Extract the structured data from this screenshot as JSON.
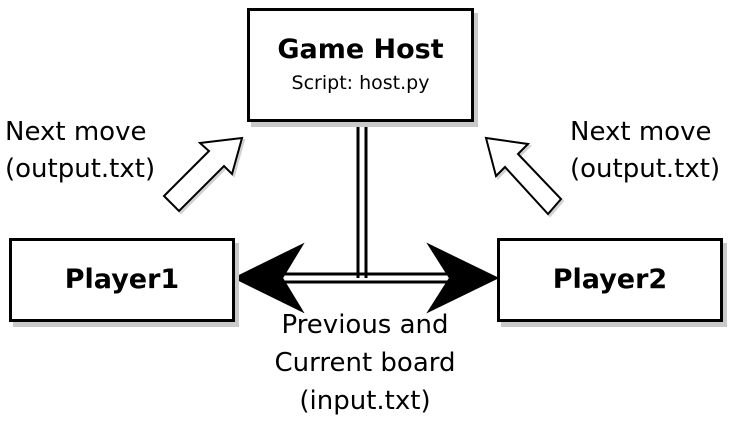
{
  "nodes": {
    "game_host": {
      "title": "Game Host",
      "subtitle": "Script: host.py"
    },
    "player1": {
      "title": "Player1"
    },
    "player2": {
      "title": "Player2"
    }
  },
  "labels": {
    "left_move": [
      "Next move",
      "(output.txt)"
    ],
    "right_move": [
      "Next move",
      "(output.txt)"
    ],
    "board": [
      "Previous and",
      "Current board",
      "(input.txt)"
    ]
  },
  "edges": [
    {
      "from": "player1",
      "to": "game_host",
      "label": "Next move (output.txt)",
      "style": "outlined hollow arrow"
    },
    {
      "from": "player2",
      "to": "game_host",
      "label": "Next move (output.txt)",
      "style": "outlined hollow arrow"
    },
    {
      "from": "game_host",
      "to": [
        "player1",
        "player2"
      ],
      "label": "Previous and Current board (input.txt)",
      "style": "double-line connector with filled black arrowheads"
    }
  ],
  "colors": {
    "background": "#ffffff",
    "stroke": "#000000",
    "box_shadow": "#c9c9c9",
    "hollow_arrow_fill": "#ffffff"
  }
}
